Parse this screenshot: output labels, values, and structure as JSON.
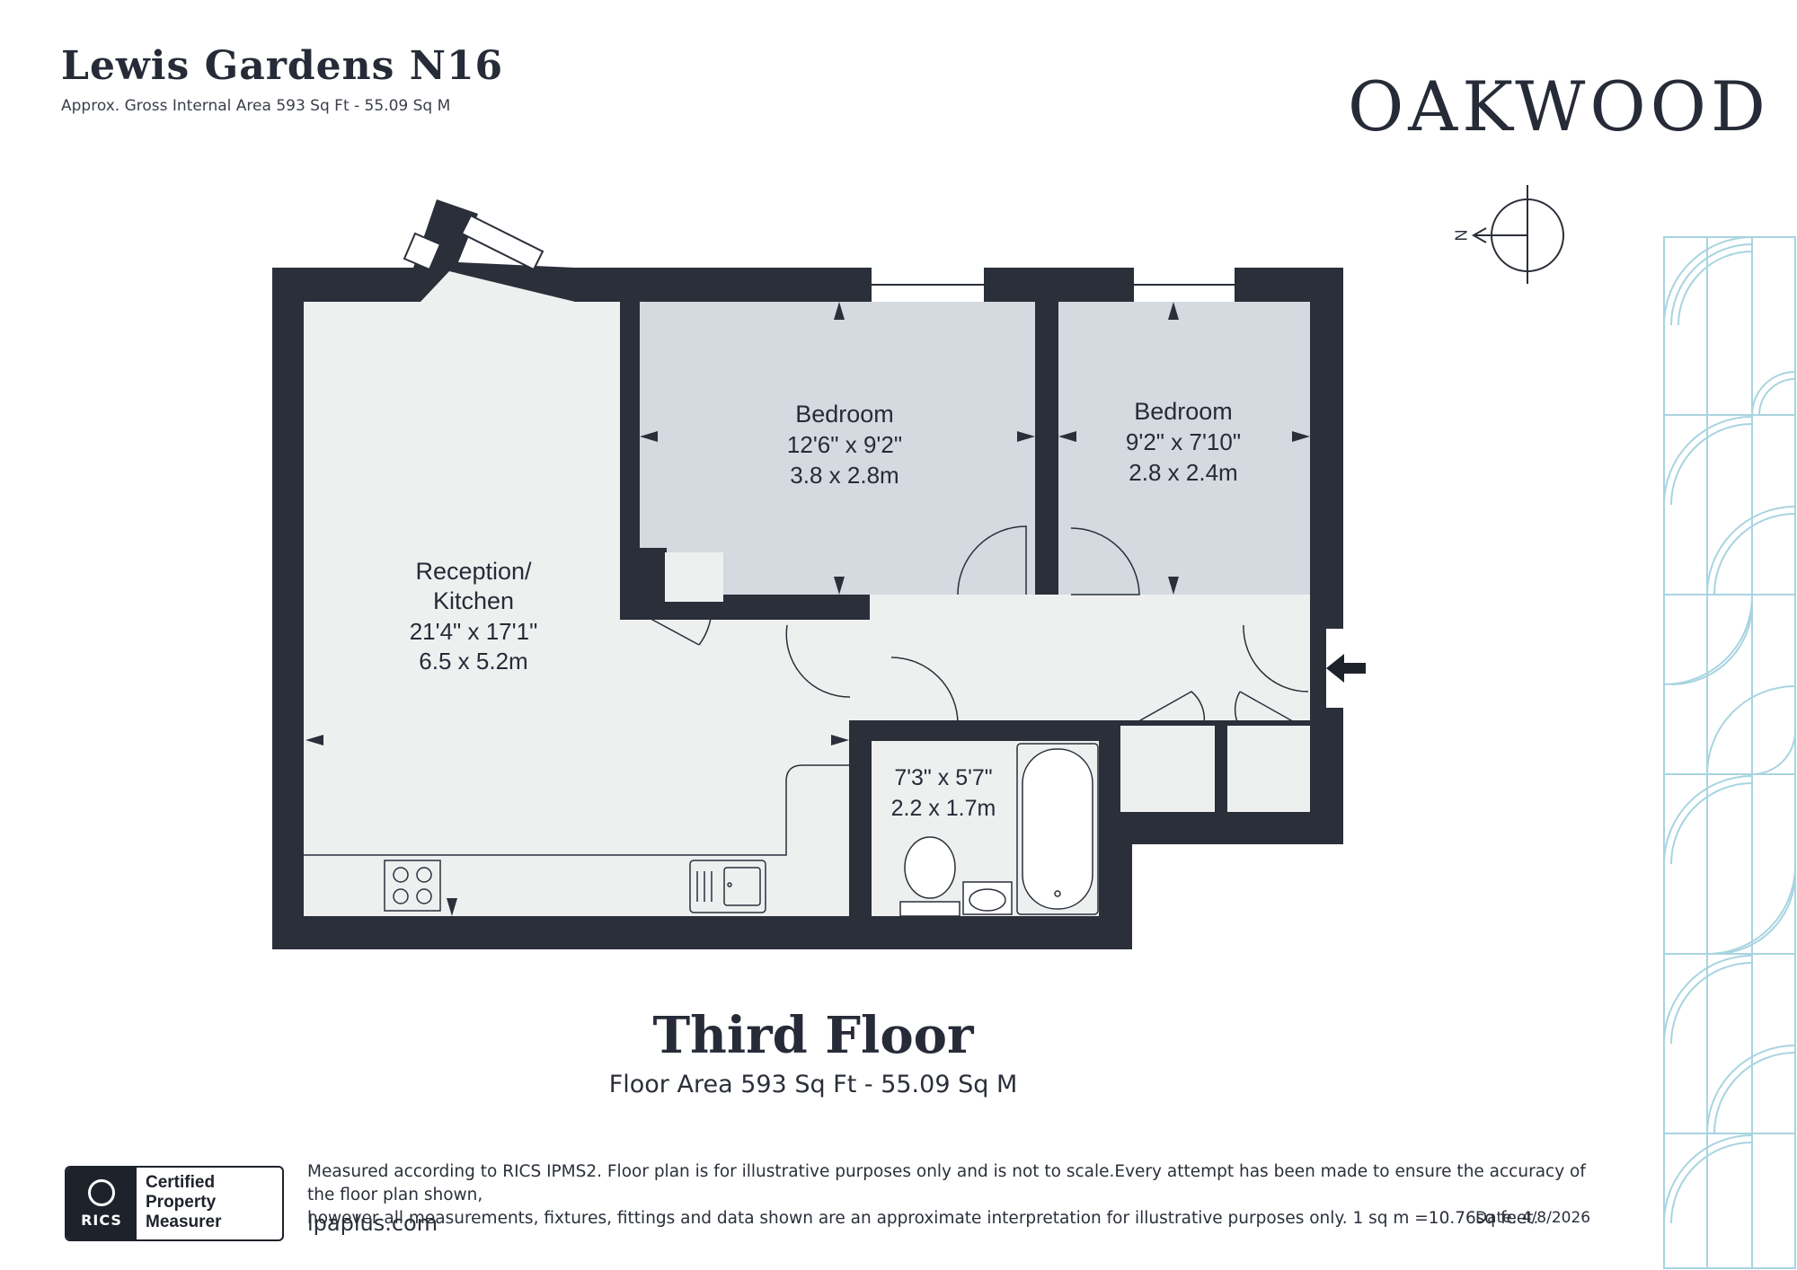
{
  "header": {
    "title": "Lewis Gardens N16",
    "subtitle": "Approx. Gross Internal Area 593 Sq Ft - 55.09 Sq M",
    "brand": "OAKWOOD"
  },
  "compass": {
    "label": "N"
  },
  "rooms": {
    "reception": {
      "name_line1": "Reception/",
      "name_line2": "Kitchen",
      "imperial": "21'4\" x 17'1\"",
      "metric": "6.5 x 5.2m"
    },
    "bedroom1": {
      "name": "Bedroom",
      "imperial": "12'6\" x 9'2\"",
      "metric": "3.8 x 2.8m"
    },
    "bedroom2": {
      "name": "Bedroom",
      "imperial": "9'2\" x 7'10\"",
      "metric": "2.8 x 2.4m"
    },
    "bathroom": {
      "imperial": "7'3\" x 5'7\"",
      "metric": "2.2 x 1.7m"
    }
  },
  "floor": {
    "title": "Third Floor",
    "area": "Floor Area 593 Sq Ft - 55.09 Sq M"
  },
  "footer": {
    "rics_word": "RICS",
    "badge_line1": "Certified",
    "badge_line2": "Property",
    "badge_line3": "Measurer",
    "disclaimer_line1": "Measured according to RICS IPMS2. Floor plan is for illustrative purposes only and is not to scale.Every attempt has been made to ensure the accuracy of the floor plan shown,",
    "disclaimer_line2": "however all measurements, fixtures, fittings and data shown are an approximate interpretation for illustrative purposes only. 1 sq m =10.76sq feet.",
    "website": "lpaplus.com",
    "date": "Date: 4/8/2026"
  },
  "colors": {
    "wall": "#2a2f3a",
    "floor_light": "#eef0f0",
    "bedroom_fill": "#d4dae0",
    "text": "#262b37",
    "pattern": "#a8d4e0"
  }
}
